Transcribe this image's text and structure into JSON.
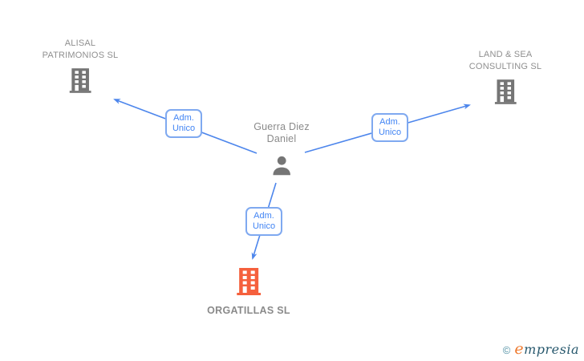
{
  "diagram": {
    "person": {
      "name_line1": "Guerra Diez",
      "name_line2": "Daniel"
    },
    "companies": [
      {
        "name_line1": "ALISAL",
        "name_line2": "PATRIMONIOS SL"
      },
      {
        "name_line1": "LAND & SEA",
        "name_line2": "CONSULTING SL"
      },
      {
        "name": "ORGATILLAS SL"
      }
    ],
    "edges": [
      {
        "label_line1": "Adm.",
        "label_line2": "Unico"
      },
      {
        "label_line1": "Adm.",
        "label_line2": "Unico"
      },
      {
        "label_line1": "Adm.",
        "label_line2": "Unico"
      }
    ],
    "colors": {
      "edge_blue": "#4d86ec",
      "box_border_blue": "#7fa9f0",
      "box_text_blue": "#4285f4",
      "node_gray": "#757575",
      "label_gray": "#8f8f8f",
      "highlight_orange": "#F5603D"
    }
  },
  "watermark": {
    "copyright_symbol": "©",
    "brand_initial": "e",
    "brand_rest": "mpresia"
  }
}
